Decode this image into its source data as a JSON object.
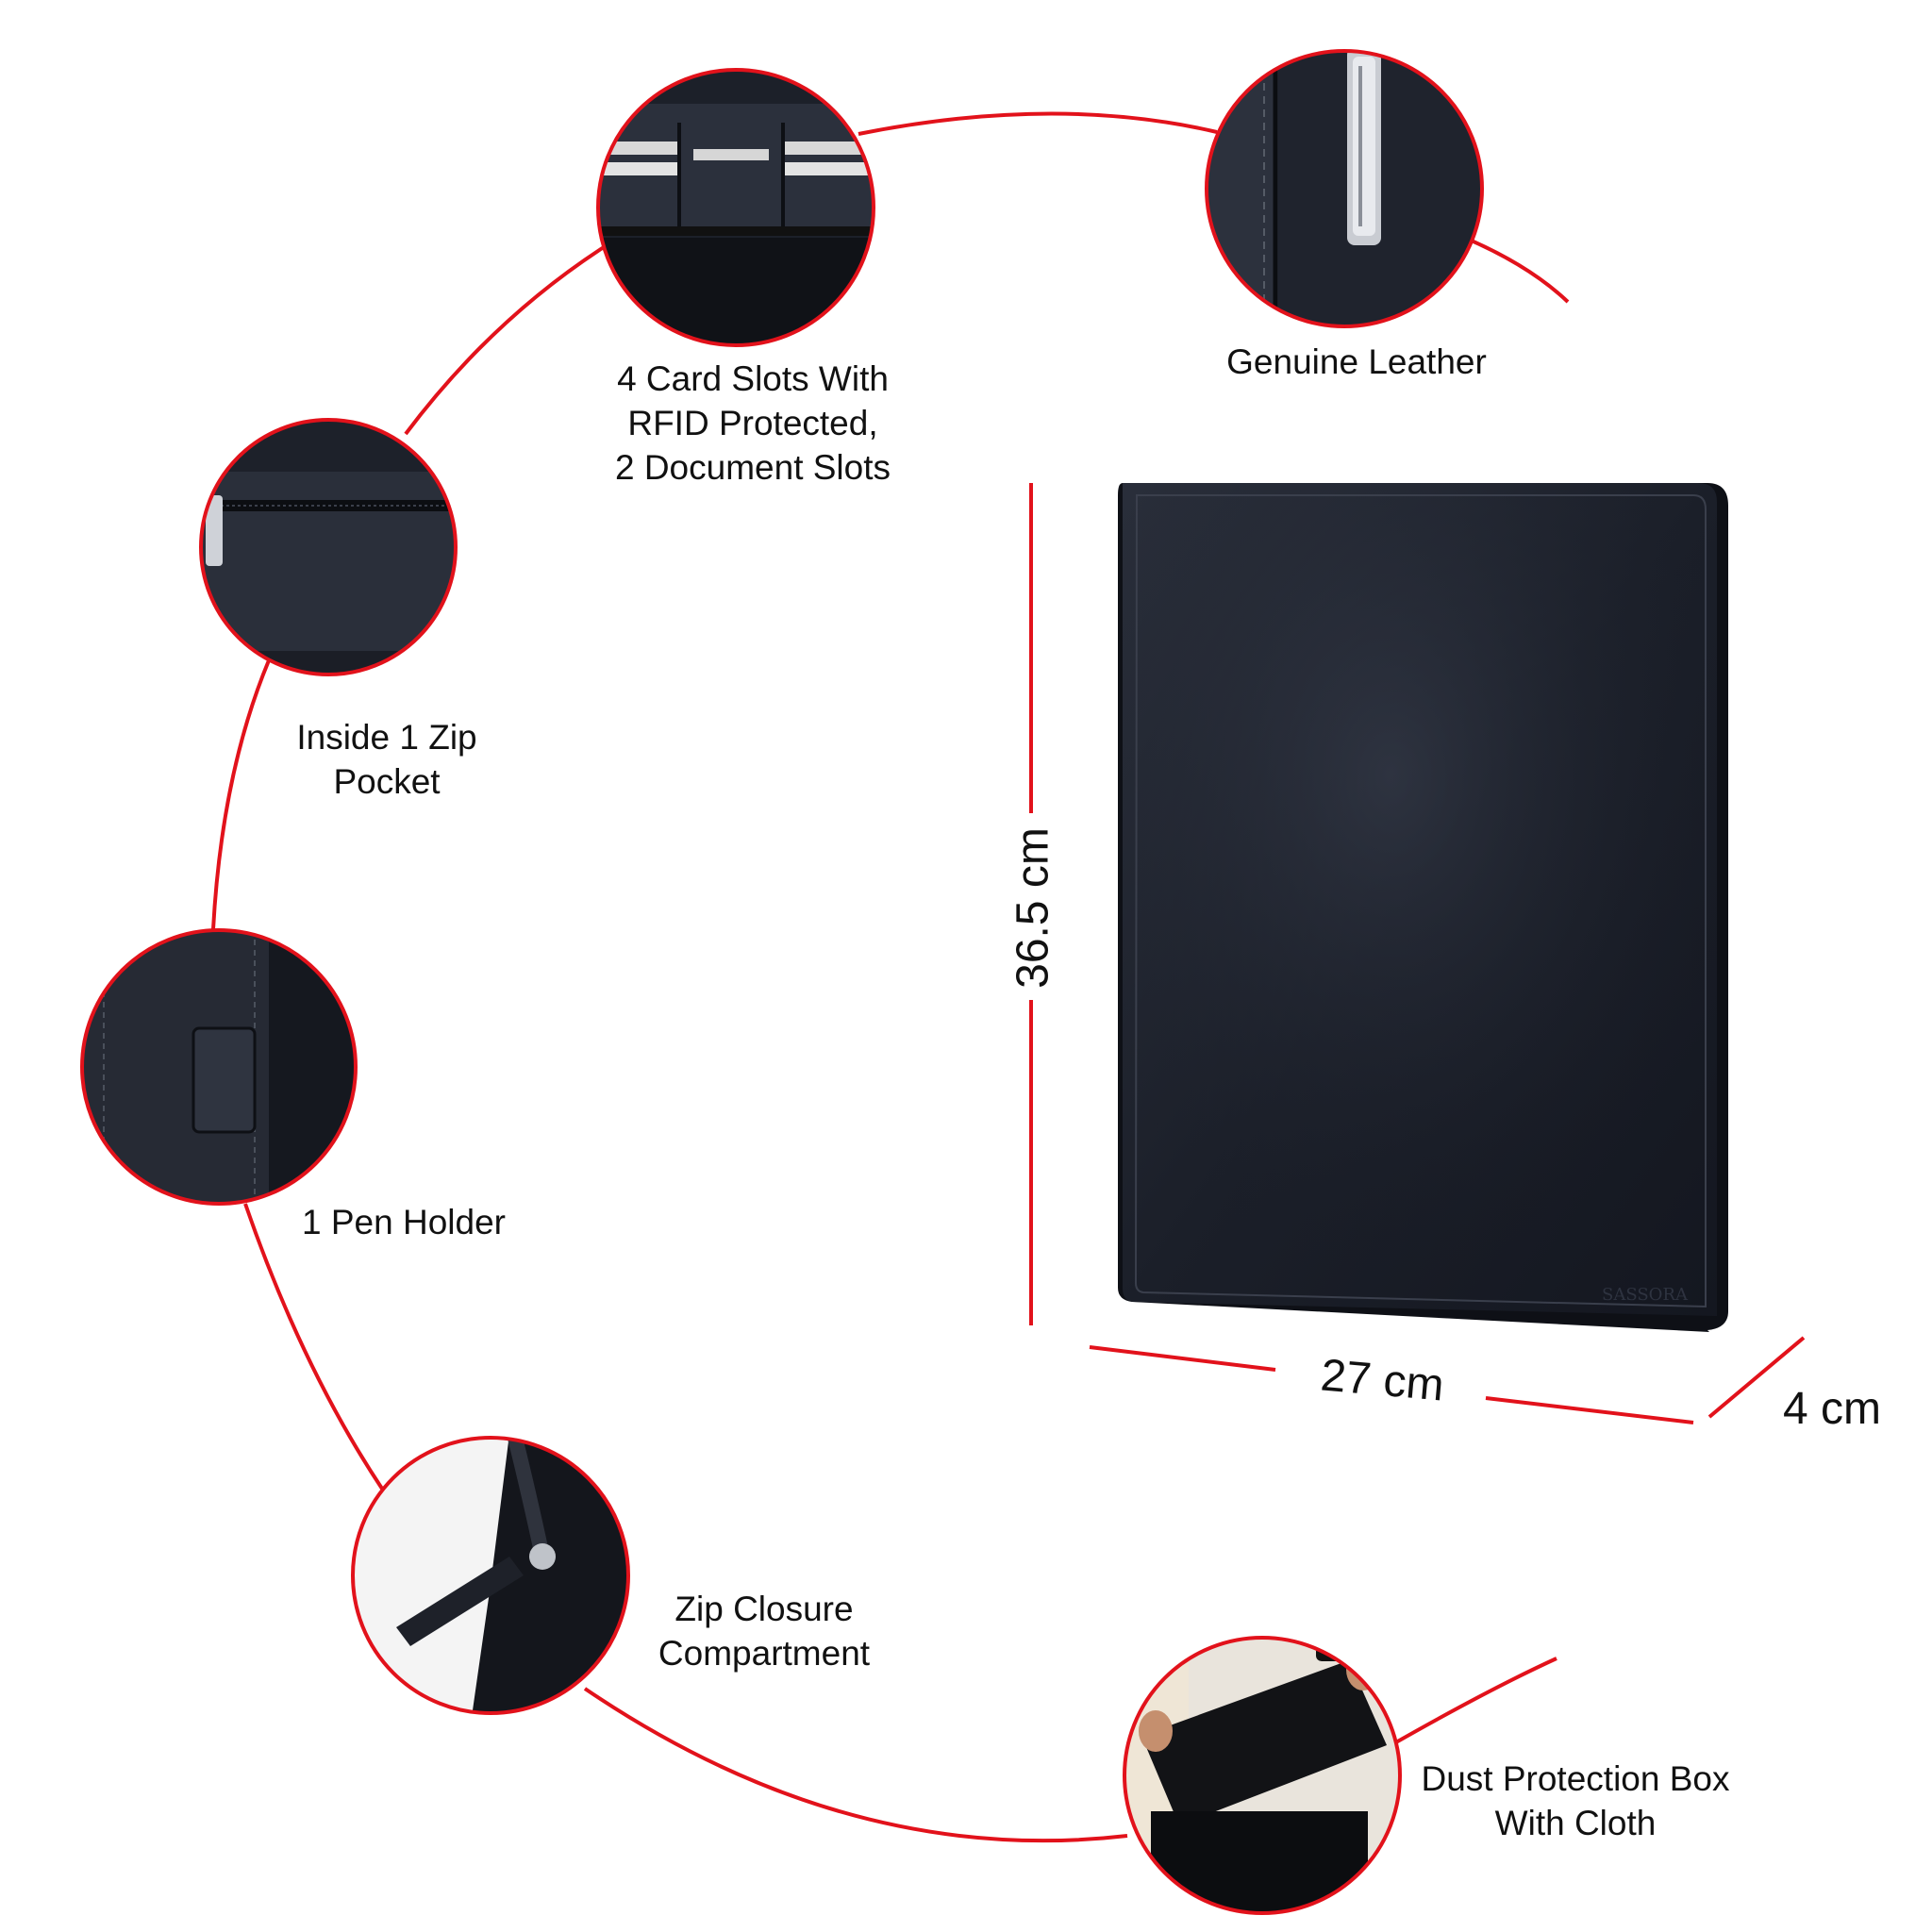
{
  "features": [
    {
      "id": "card-slots",
      "lines": [
        "4 Card Slots With",
        "RFID Protected,",
        "2 Document Slots"
      ]
    },
    {
      "id": "genuine-leather",
      "lines": [
        "Genuine Leather"
      ]
    },
    {
      "id": "zip-pocket",
      "lines": [
        "Inside 1 Zip",
        "Pocket"
      ]
    },
    {
      "id": "pen-holder",
      "lines": [
        "1 Pen Holder"
      ]
    },
    {
      "id": "zip-closure",
      "lines": [
        "Zip Closure",
        "Compartment"
      ]
    },
    {
      "id": "dust-box",
      "lines": [
        "Dust Protection Box",
        "With Cloth"
      ]
    }
  ],
  "dimensions": {
    "height": "36.5 cm",
    "width": "27 cm",
    "depth": "4 cm"
  },
  "brand": {
    "mark": "SASSORA"
  },
  "colors": {
    "accent": "#e2121b",
    "leather": "#1b1f2a",
    "text": "#111111"
  }
}
